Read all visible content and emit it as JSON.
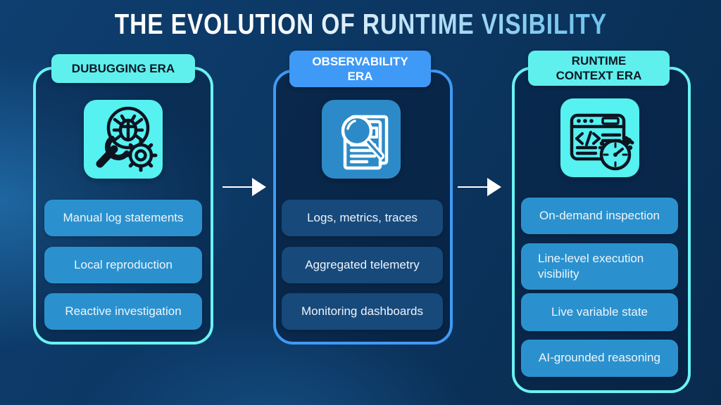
{
  "title": "THE EVOLUTION OF RUNTIME VISIBILITY",
  "colors": {
    "cyan_accent": "#5ff0ee",
    "blue_accent": "#3f99f7",
    "item_blue": "#2b91ce",
    "item_navy": "#17497b",
    "arrow": "#ffffff",
    "background_deep": "#092b4e"
  },
  "arrow_icon": "arrow-right-icon",
  "cards": [
    {
      "era": "DUBUGGING ERA",
      "icon": "bug-wrench-gear-icon",
      "items": [
        "Manual log statements",
        "Local reproduction",
        "Reactive investigation"
      ]
    },
    {
      "era": "OBSERVABILITY ERA",
      "icon": "magnifying-glass-document-icon",
      "items": [
        "Logs, metrics, traces",
        "Aggregated telemetry",
        "Monitoring dashboards"
      ]
    },
    {
      "era": "RUNTIME CONTEXT ERA",
      "icon": "code-window-stopwatch-icon",
      "items": [
        "On-demand inspection",
        "Line-level execution visibility",
        "Live variable state",
        "AI-grounded reasoning"
      ]
    }
  ]
}
